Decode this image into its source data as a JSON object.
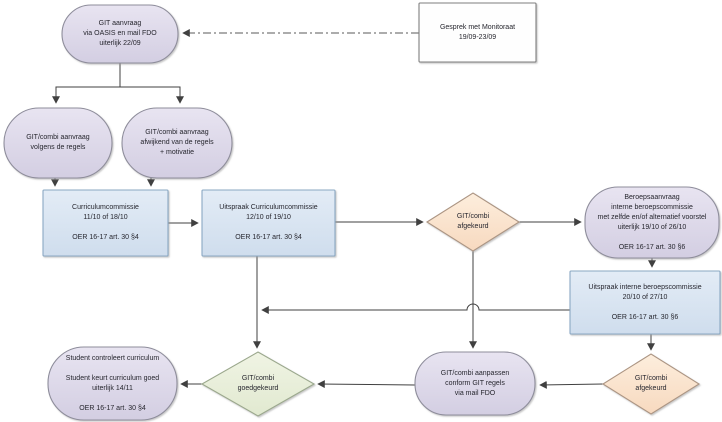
{
  "diagram": {
    "type": "flowchart",
    "language": "nl",
    "nodes": {
      "start": {
        "shape": "stadium",
        "fill": "purple",
        "label": "GIT aanvraag\nvia OASIS en mail FDO\nuiterlijk 22/09"
      },
      "monitoraat": {
        "shape": "rect",
        "fill": "white",
        "label": "Gesprek met Monitoraat\n19/09-23/09"
      },
      "volgens": {
        "shape": "stadium",
        "fill": "purple",
        "label": "GIT/combi aanvraag\nvolgens de regels"
      },
      "afwijkend": {
        "shape": "stadium",
        "fill": "purple",
        "label": "GIT/combi aanvraag\nafwijkend van de regels\n+ motivatie"
      },
      "curriculumcommissie": {
        "shape": "rect",
        "fill": "blue",
        "label": "Curriculumcommissie\n11/10 of 18/10\n\nOER 16-17 art. 30 §4"
      },
      "uitspraak_cc": {
        "shape": "rect",
        "fill": "blue",
        "label": "Uitspraak Curriculumcommissie\n12/10 of 19/10\n\nOER 16-17 art. 30 §4"
      },
      "afgekeurd1": {
        "shape": "diamond",
        "fill": "orange",
        "label": "GIT/combi\nafgekeurd"
      },
      "beroepsaanvraag": {
        "shape": "stadium",
        "fill": "purple",
        "label": "Beroepsaanvraag\ninterne beroepscommissie\nmet zelfde en/of alternatief voorstel\nuiterlijk 19/10 of 26/10\n\nOER 16-17 art. 30 §6"
      },
      "uitspraak_bc": {
        "shape": "rect",
        "fill": "blue",
        "label": "Uitspraak interne beroepscommissie\n20/10 of 27/10\n\nOER 16-17 art. 30 §6"
      },
      "afgekeurd2": {
        "shape": "diamond",
        "fill": "orange",
        "label": "GIT/combi\nafgekeurd"
      },
      "aanpassen": {
        "shape": "stadium",
        "fill": "purple",
        "label": "GIT/combi aanpassen\nconform GIT regels\nvia mail FDO"
      },
      "goedgekeurd": {
        "shape": "diamond",
        "fill": "green",
        "label": "GIT/combi\ngoedgekeurd"
      },
      "student": {
        "shape": "stadium",
        "fill": "purple",
        "label": "Student controleert curriculum\n\nStudent keurt curriculum goed\nuiterlijk 14/11\n\nOER 16-17 art. 30 §4"
      }
    },
    "edges": [
      {
        "from": "monitoraat",
        "to": "start",
        "style": "dash-dot"
      },
      {
        "from": "start",
        "to": "volgens",
        "style": "solid"
      },
      {
        "from": "start",
        "to": "afwijkend",
        "style": "solid"
      },
      {
        "from": "volgens",
        "to": "curriculumcommissie",
        "style": "solid"
      },
      {
        "from": "afwijkend",
        "to": "curriculumcommissie",
        "style": "solid"
      },
      {
        "from": "curriculumcommissie",
        "to": "uitspraak_cc",
        "style": "solid"
      },
      {
        "from": "uitspraak_cc",
        "to": "afgekeurd1",
        "style": "solid"
      },
      {
        "from": "afgekeurd1",
        "to": "beroepsaanvraag",
        "style": "solid"
      },
      {
        "from": "beroepsaanvraag",
        "to": "uitspraak_bc",
        "style": "solid"
      },
      {
        "from": "uitspraak_bc",
        "to": "afgekeurd2",
        "style": "solid"
      },
      {
        "from": "uitspraak_bc",
        "to": "goedgekeurd",
        "style": "solid"
      },
      {
        "from": "uitspraak_cc",
        "to": "goedgekeurd",
        "style": "solid"
      },
      {
        "from": "afgekeurd1",
        "to": "aanpassen",
        "style": "solid"
      },
      {
        "from": "afgekeurd2",
        "to": "aanpassen",
        "style": "solid"
      },
      {
        "from": "aanpassen",
        "to": "goedgekeurd",
        "style": "solid"
      },
      {
        "from": "goedgekeurd",
        "to": "student",
        "style": "solid"
      }
    ],
    "colors": {
      "purple_fill": "#ddd8e9",
      "purple_border": "#8e8d9b",
      "blue_fill": "#dbe5f1",
      "blue_border": "#8aa8c3",
      "orange_fill": "#fae2cb",
      "orange_border": "#ac9583",
      "green_fill": "#e9efda",
      "green_border": "#9ba88d",
      "white_fill": "#fefefe",
      "white_border": "#7f7f7f",
      "connector": "#404040",
      "dash_dot_connector": "#595959",
      "text": "#26262e"
    }
  }
}
